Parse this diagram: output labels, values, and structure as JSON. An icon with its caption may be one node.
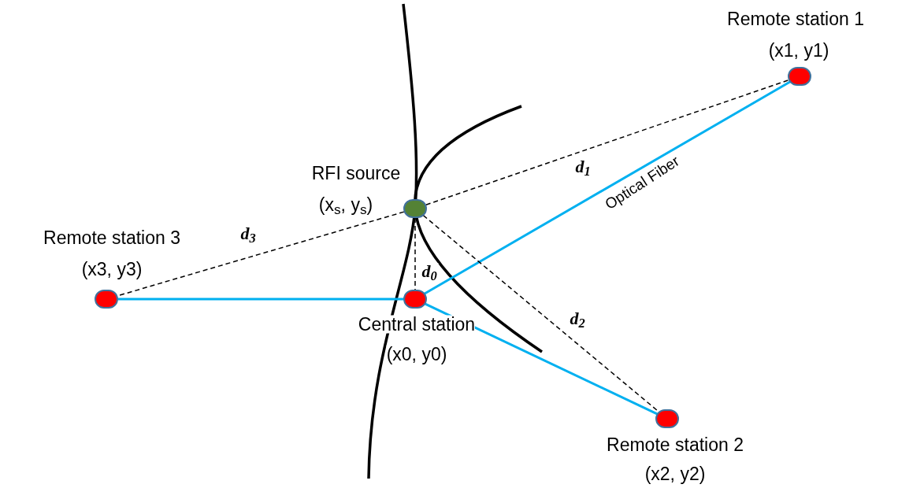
{
  "diagram": {
    "nodes": [
      {
        "text": [
          "Remote station 1",
          "(x1, y1)"
        ]
      },
      {
        "text": [
          "RFI source",
          "(x$_{s}$, y$_{s}$)"
        ]
      },
      {
        "text": [
          "Remote station 3",
          "(x3, y3)"
        ]
      },
      {
        "text": [
          "Central station",
          "(x0, y0)"
        ]
      },
      {
        "text": [
          "Remote station 2",
          "(x2, y2)"
        ]
      }
    ],
    "edges": [
      {
        "from": 3,
        "to": 0,
        "arrow": "none",
        "label": "Optical Fiber",
        "color": "#00b0f0"
      },
      {
        "from": 3,
        "to": 2,
        "arrow": "none",
        "color": "#00b0f0"
      },
      {
        "from": 3,
        "to": 4,
        "arrow": "none",
        "color": "#00b0f0"
      },
      {
        "from": 1,
        "to": 0,
        "arrow": "none",
        "label": "d$_{1}$",
        "style": "dashed"
      },
      {
        "from": 1,
        "to": 2,
        "arrow": "none",
        "label": "d$_{3}$",
        "style": "dashed"
      },
      {
        "from": 1,
        "to": 3,
        "arrow": "none",
        "label": "d$_{0}$",
        "style": "dashed"
      },
      {
        "from": 1,
        "to": 4,
        "arrow": "none",
        "label": "d$_{2}$",
        "style": "dashed"
      }
    ]
  }
}
